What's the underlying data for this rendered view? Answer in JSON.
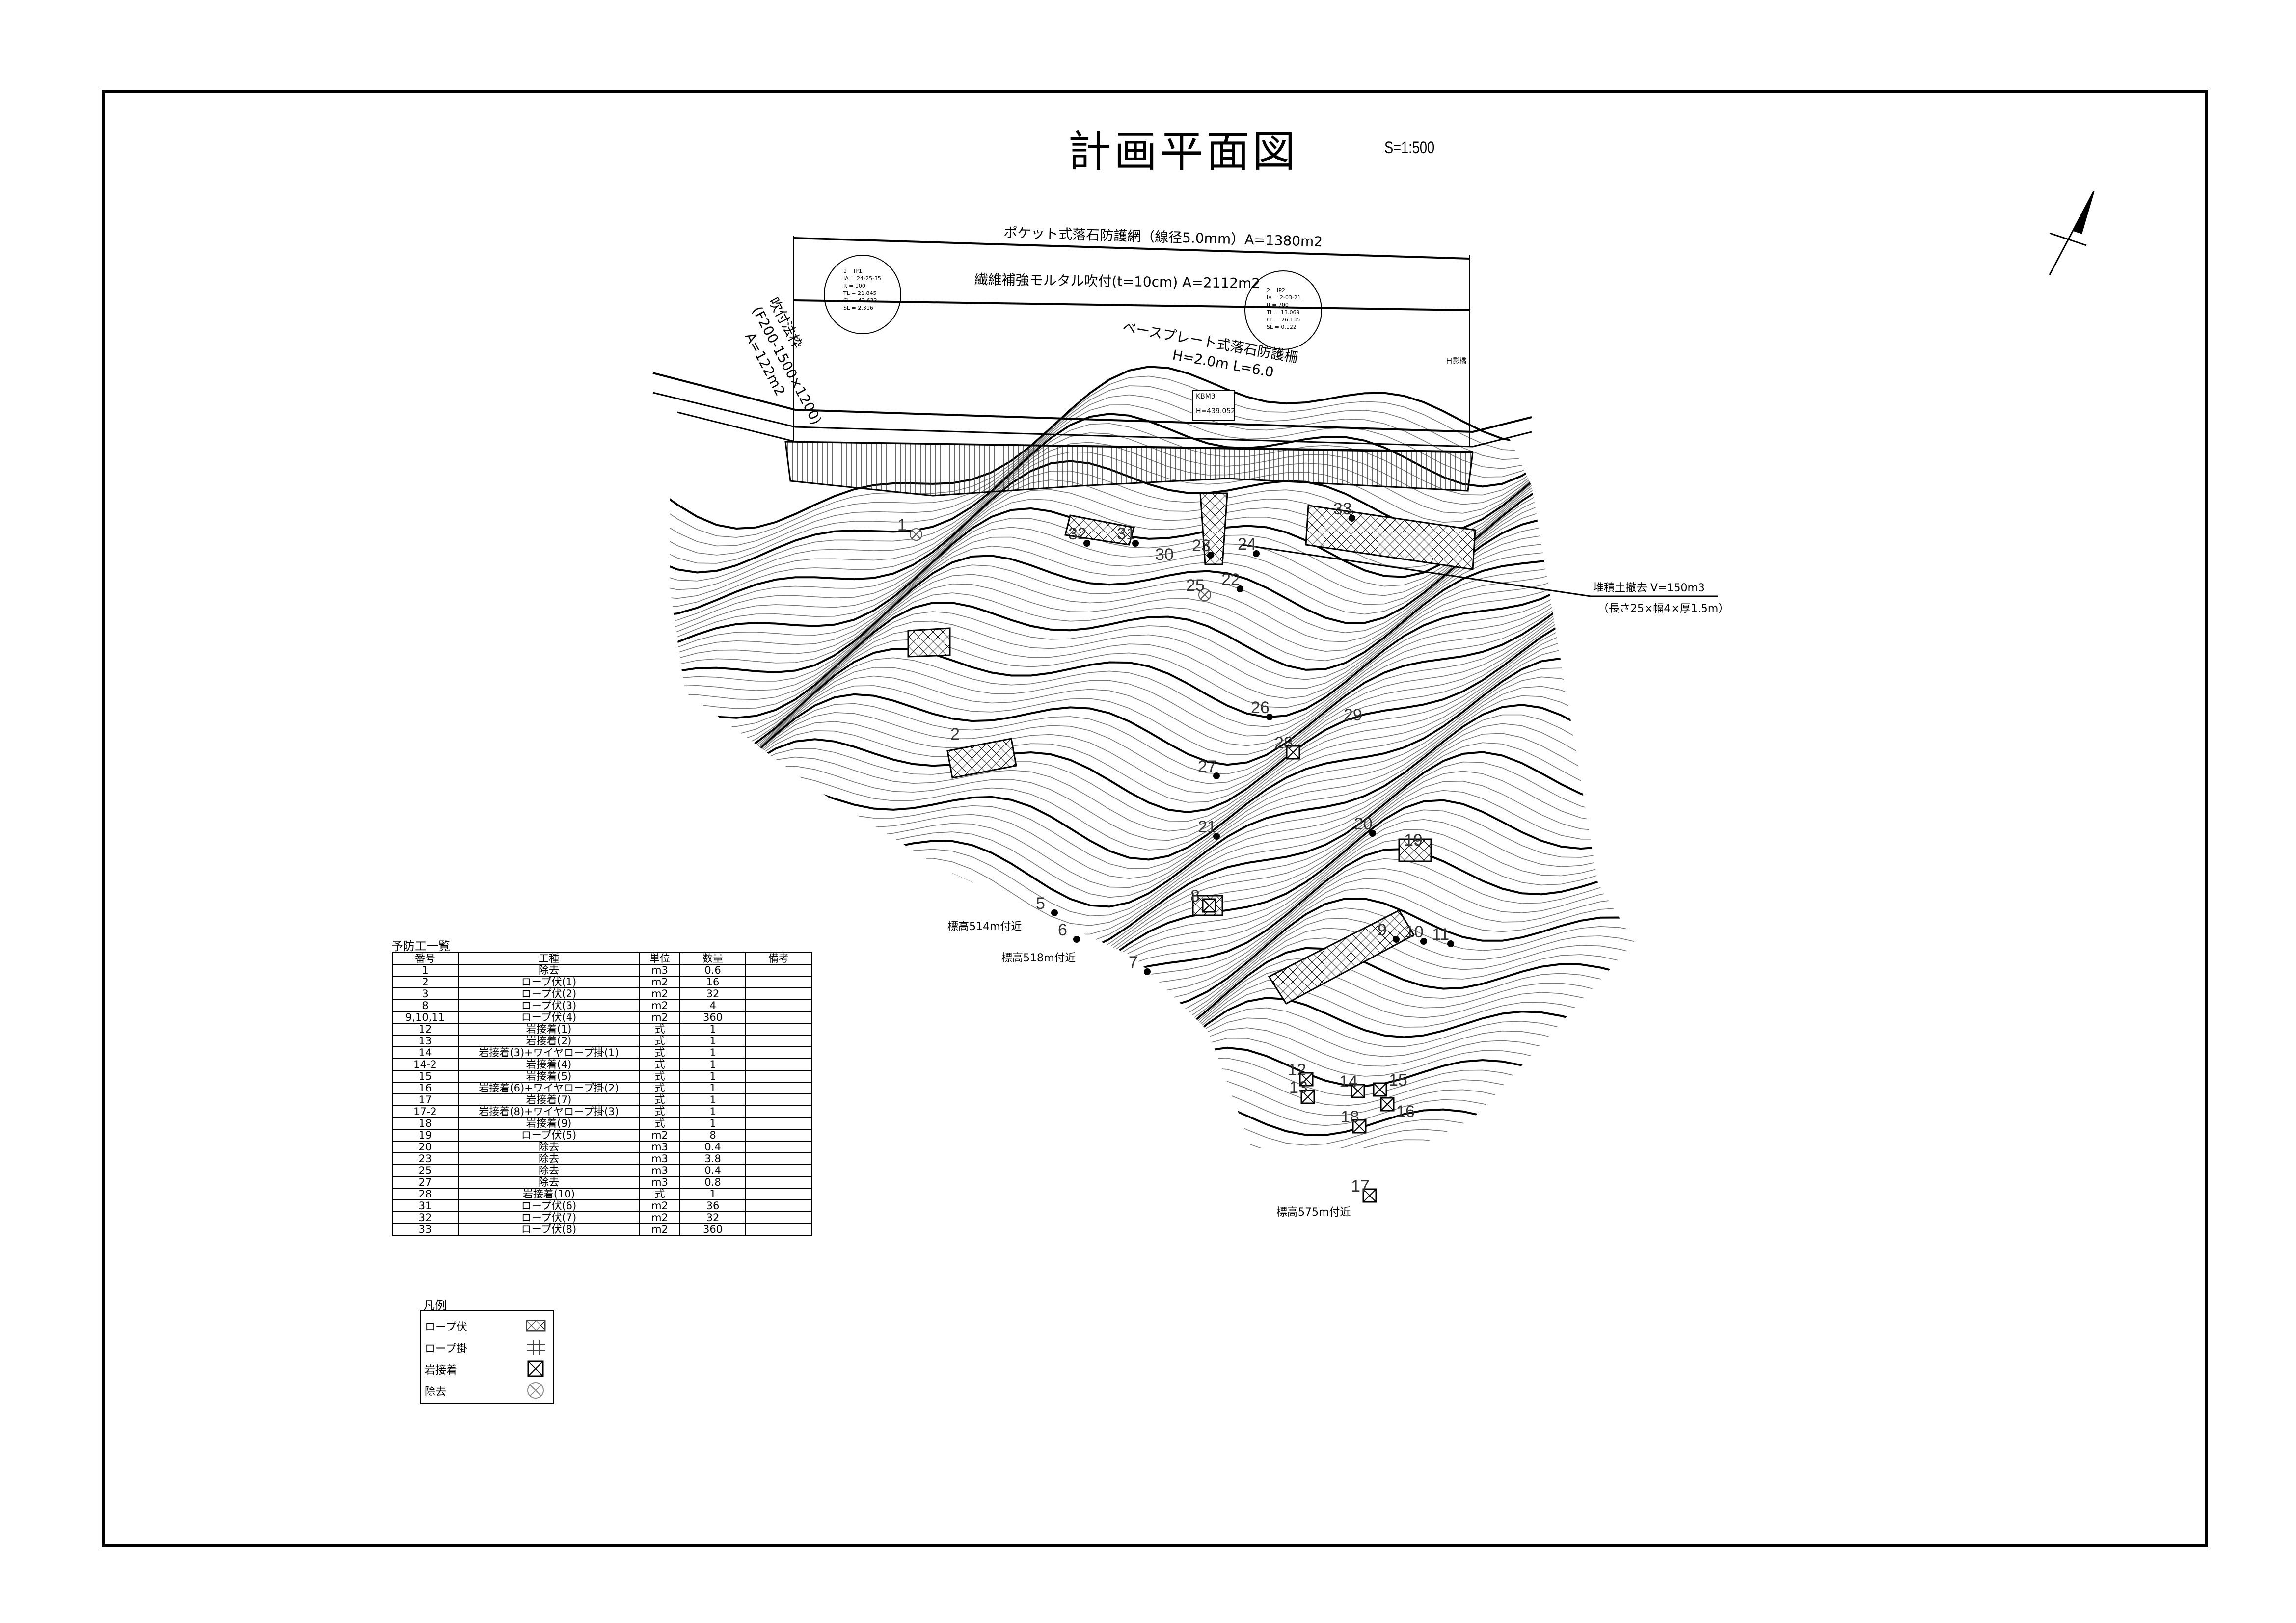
{
  "title": "計画平面図",
  "scale": "S=1:500",
  "annotations": {
    "pocket_net": "ポケット式落石防護網（線径5.0mm）A=1380m2",
    "mortar": "繊維補強モルタル吹付(t=10cm) A=2112m2",
    "frame_line1": "吹付法枠",
    "frame_line2": "(F200-1500×1200)",
    "frame_line3": "A=122m2",
    "fence_line1": "ベースプレート式落石防護柵",
    "fence_line2": "H=2.0m L=6.0",
    "bm_line1": "KBM3",
    "bm_line2": "H=439.052",
    "sediment_line1": "堆積土撤去 V=150m3",
    "sediment_line2": "（長さ25×幅4×厚1.5m）",
    "elev_5": "標高514m付近",
    "elev_6": "標高518m付近",
    "elev_17": "標高575m付近",
    "hikage": "日影橋"
  },
  "ip_curves": [
    {
      "no": "1",
      "name": "IP1",
      "rows": [
        "IA = 24-25-35",
        "R = 100",
        "TL = 21.845",
        "CL = 42.632",
        "SL = 2.316"
      ]
    },
    {
      "no": "2",
      "name": "IP2",
      "rows": [
        "IA = 2-03-21",
        "R = 700",
        "TL = 13.069",
        "CL = 26.135",
        "SL = 0.122"
      ]
    }
  ],
  "point_labels": [
    "1",
    "2",
    "5",
    "6",
    "7",
    "8",
    "9",
    "10",
    "11",
    "12",
    "13",
    "14",
    "15",
    "16",
    "17",
    "18",
    "19",
    "20",
    "21",
    "22",
    "23",
    "24",
    "25",
    "26",
    "27",
    "28",
    "29",
    "30",
    "31",
    "32",
    "33"
  ],
  "table": {
    "title": "予防工一覧",
    "headers": [
      "番号",
      "工種",
      "単位",
      "数量",
      "備考"
    ],
    "rows": [
      [
        "1",
        "除去",
        "m3",
        "0.6",
        ""
      ],
      [
        "2",
        "ロープ伏(1)",
        "m2",
        "16",
        ""
      ],
      [
        "3",
        "ロープ伏(2)",
        "m2",
        "32",
        ""
      ],
      [
        "8",
        "ロープ伏(3)",
        "m2",
        "4",
        ""
      ],
      [
        "9,10,11",
        "ロープ伏(4)",
        "m2",
        "360",
        ""
      ],
      [
        "12",
        "岩接着(1)",
        "式",
        "1",
        ""
      ],
      [
        "13",
        "岩接着(2)",
        "式",
        "1",
        ""
      ],
      [
        "14",
        "岩接着(3)+ワイヤロープ掛(1)",
        "式",
        "1",
        ""
      ],
      [
        "14-2",
        "岩接着(4)",
        "式",
        "1",
        ""
      ],
      [
        "15",
        "岩接着(5)",
        "式",
        "1",
        ""
      ],
      [
        "16",
        "岩接着(6)+ワイヤロープ掛(2)",
        "式",
        "1",
        ""
      ],
      [
        "17",
        "岩接着(7)",
        "式",
        "1",
        ""
      ],
      [
        "17-2",
        "岩接着(8)+ワイヤロープ掛(3)",
        "式",
        "1",
        ""
      ],
      [
        "18",
        "岩接着(9)",
        "式",
        "1",
        ""
      ],
      [
        "19",
        "ロープ伏(5)",
        "m2",
        "8",
        ""
      ],
      [
        "20",
        "除去",
        "m3",
        "0.4",
        ""
      ],
      [
        "23",
        "除去",
        "m3",
        "3.8",
        ""
      ],
      [
        "25",
        "除去",
        "m3",
        "0.4",
        ""
      ],
      [
        "27",
        "除去",
        "m3",
        "0.8",
        ""
      ],
      [
        "28",
        "岩接着(10)",
        "式",
        "1",
        ""
      ],
      [
        "31",
        "ロープ伏(6)",
        "m2",
        "36",
        ""
      ],
      [
        "32",
        "ロープ伏(7)",
        "m2",
        "32",
        ""
      ],
      [
        "33",
        "ロープ伏(8)",
        "m2",
        "360",
        ""
      ]
    ]
  },
  "legend": {
    "title": "凡例",
    "items": [
      {
        "label": "ロープ伏",
        "icon": "rope-cover-hatch-icon"
      },
      {
        "label": "ロープ掛",
        "icon": "rope-hang-grid-icon"
      },
      {
        "label": "岩接着",
        "icon": "rock-bond-box-x-icon"
      },
      {
        "label": "除去",
        "icon": "removal-circle-x-icon"
      }
    ]
  }
}
